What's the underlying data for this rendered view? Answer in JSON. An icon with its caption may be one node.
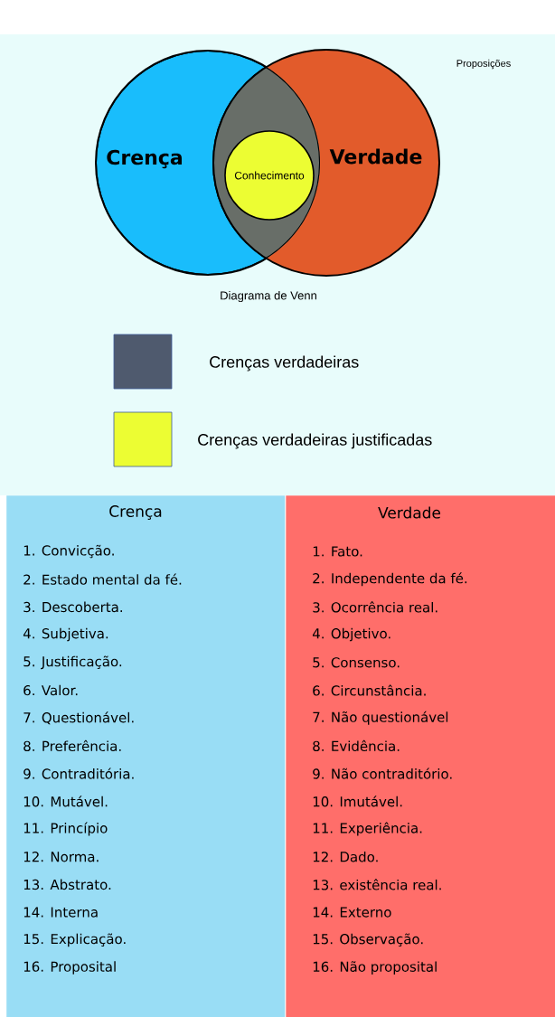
{
  "diagram": {
    "nodes": [
      {
        "text": [
          "Crença"
        ]
      },
      {
        "text": [
          "Verdade"
        ]
      },
      {
        "text": [
          "Conhecimento"
        ]
      },
      {
        "text": [
          "Crença",
          "1. Convicção.",
          "2. Estado mental da fé.",
          "3. Descoberta.",
          "4. Subjetiva.",
          "5. Justificação.",
          "6. Valor.",
          "7. Questionável.",
          "8. Preferência.",
          "9. Contraditória.",
          "10. Mutável.",
          "11. Princípio",
          "12. Norma.",
          "13. Abstrato.",
          "14. Interna",
          "15. Explicação.",
          "16. Proposital"
        ]
      },
      {
        "text": [
          "Verdade",
          "1. Fato.",
          "2. Independente da fé.",
          "3. Ocorrência real.",
          "4. Objetivo.",
          "5. Consenso.",
          "6. Circunstância.",
          "7. Não questionável",
          "8. Evidência.",
          "9. Não contraditório.",
          "10. Imutável.",
          "11. Experiência.",
          "12. Dado.",
          "13. existência real.",
          "14. Externo",
          "15. Observação.",
          "16. Não proposital"
        ]
      }
    ],
    "edges": [],
    "labels": [
      "Proposições",
      "Diagrama de Venn"
    ],
    "legend": [
      {
        "text": "Crenças verdadeiras",
        "color": "#4f5a6e"
      },
      {
        "text": "Crenças verdadeiras justificadas",
        "color": "#ecfd33"
      }
    ]
  }
}
